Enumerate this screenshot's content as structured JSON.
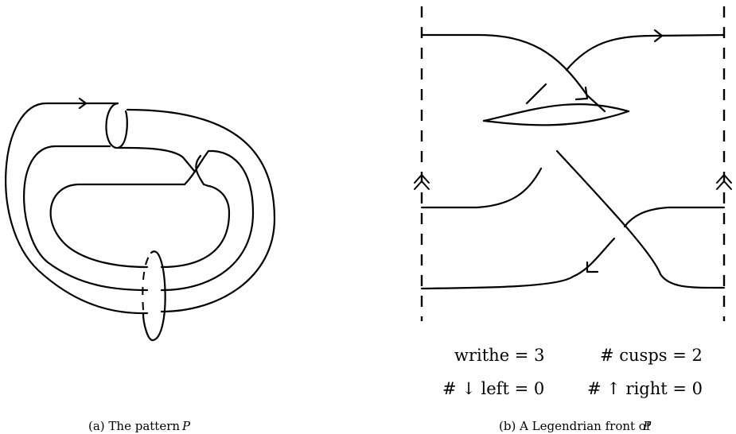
{
  "left_panel": {
    "caption_prefix": "(a)  The pattern",
    "caption_symbol": "P"
  },
  "right_panel": {
    "caption_prefix": "(b)  A Legendrian front of",
    "caption_symbol": "P",
    "stats": {
      "writhe_label": "writhe = 3",
      "cusps_label": "# cusps = 2",
      "down_left_label": "# ↓ left = 0",
      "up_right_label": "# ↑ right = 0"
    }
  }
}
